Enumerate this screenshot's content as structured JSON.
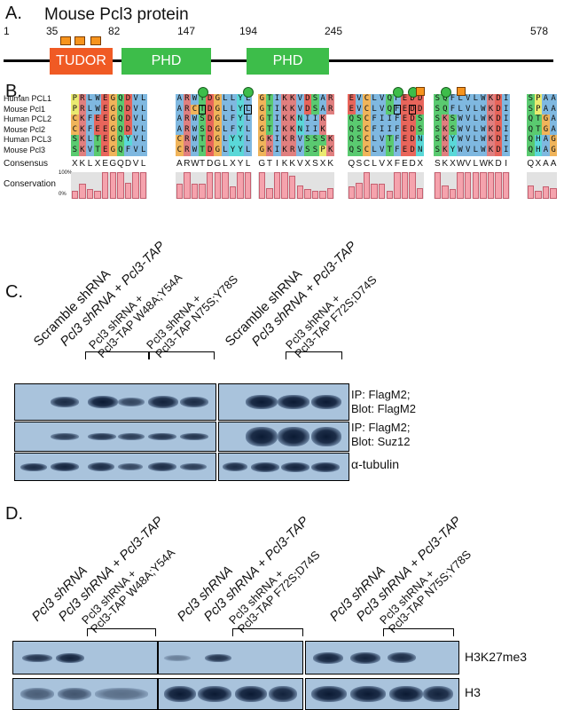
{
  "panelA": {
    "letter": "A.",
    "title": "Mouse Pcl3 protein",
    "positions": [
      "1",
      "35",
      "82",
      "147",
      "194",
      "245",
      "578"
    ],
    "domains": [
      {
        "label": "TUDOR",
        "color": "#f05a24"
      },
      {
        "label": "PHD",
        "color": "#3dbd4a"
      },
      {
        "label": "PHD",
        "color": "#3dbd4a"
      }
    ]
  },
  "panelB": {
    "letter": "B.",
    "species": [
      "Human PCL1",
      "Mouse Pcl1",
      "Human PCL2",
      "Mouse Pcl2",
      "Human PCL3",
      "Mouse Pcl3"
    ],
    "blocks": [
      [
        "PRLWEGQDVL",
        "PRLWEGQDVL",
        "CKFEEGQDVL",
        "CKFEEGQDVL",
        "SKLTEGQYVL",
        "SKVTEGQFVL"
      ],
      [
        "ARWTDGLLYL",
        "ARCTDGLLYL",
        "ARWSDGLFYL",
        "ARWSDGLFYL",
        "CRWTDGLYYL",
        "CRWTDGLYYL"
      ],
      [
        "GTIKKVDSAR",
        "GTIKKVDSAR",
        "GTIKKNIIK",
        "GTIKKNIIK",
        "GKIKRVSSSK",
        "GKIKRVSSPK"
      ],
      [
        "EVCLVQFEDD",
        "EVCLVQFEDD",
        "QSCFIIFEDS",
        "QSCFIIFEDS",
        "QSCLVTFEDN",
        "QSCLVTFEDN"
      ],
      [
        "SQFLVLWKDI",
        "SQFLVLWKDI",
        "SKSWVLWKDI",
        "SKSWVLWKDI",
        "SKYWVLWKDI",
        "SKYWVLWKDI"
      ],
      [
        "SPAA",
        "SPAA",
        "QTGA",
        "QTGA",
        "QHAG",
        "QHAG"
      ]
    ],
    "consensus_label": "Consensus",
    "consensus": [
      "XKLXEGQDVL",
      "ARWTDGLXYL",
      "GTIKKVXSXK",
      "QSCLVXFEDX",
      "SKXWVLWKDI",
      "QXAA"
    ],
    "conservation_label": "Conservation",
    "cons_100": "100%",
    "cons_0": "0%",
    "conservation_values": [
      [
        0.3,
        0.55,
        0.35,
        0.3,
        1,
        1,
        1,
        0.6,
        1,
        1
      ],
      [
        0.55,
        1,
        0.55,
        0.55,
        1,
        1,
        1,
        0.45,
        1,
        1
      ],
      [
        1,
        0.4,
        1,
        1,
        0.85,
        0.5,
        0.35,
        0.3,
        0.3,
        0.4
      ],
      [
        0.45,
        0.6,
        1,
        0.55,
        0.55,
        0.3,
        1,
        1,
        1,
        0.4
      ],
      [
        1,
        0.5,
        0.35,
        1,
        1,
        1,
        1,
        1,
        1,
        1
      ],
      [
        0.5,
        0.3,
        0.45,
        0.4
      ]
    ]
  },
  "panelC": {
    "letter": "C.",
    "lanes_left": [
      "Scramble shRNA",
      "Pcl3 shRNA + Pcl3-TAP"
    ],
    "lane_mut1": [
      "Pcl3 shRNA +",
      "Pcl3-TAP W48A;Y54A"
    ],
    "lane_mut2": [
      "Pcl3 shRNA +",
      "Pcl3-TAP N75S;Y78S"
    ],
    "lanes_right": [
      "Scramble shRNA",
      "Pcl3 shRNA + Pcl3-TAP"
    ],
    "lane_mut3": [
      "Pcl3 shRNA +",
      "Pcl3-TAP F72S;D74S"
    ],
    "blot_labels": [
      [
        "IP: FlagM2;",
        "Blot: FlagM2"
      ],
      [
        "IP: FlagM2;",
        "Blot: Suz12"
      ],
      [
        "α-tubulin"
      ]
    ]
  },
  "panelD": {
    "letter": "D.",
    "group1": [
      "Pcl3 shRNA",
      "Pcl3 shRNA + Pcl3-TAP",
      "Pcl3 shRNA +",
      "Pcl3-TAP W48A;Y54A"
    ],
    "group2": [
      "Pcl3 shRNA",
      "Pcl3 shRNA + Pcl3-TAP",
      "Pcl3 shRNA +",
      "Pcl3-TAP F72S;D74S"
    ],
    "group3": [
      "Pcl3 shRNA",
      "Pcl3 shRNA + Pcl3-TAP",
      "Pcl3 shRNA +",
      "Pcl3-TAP N75S;Y78S"
    ],
    "blot_labels": [
      "H3K27me3",
      "H3"
    ]
  }
}
